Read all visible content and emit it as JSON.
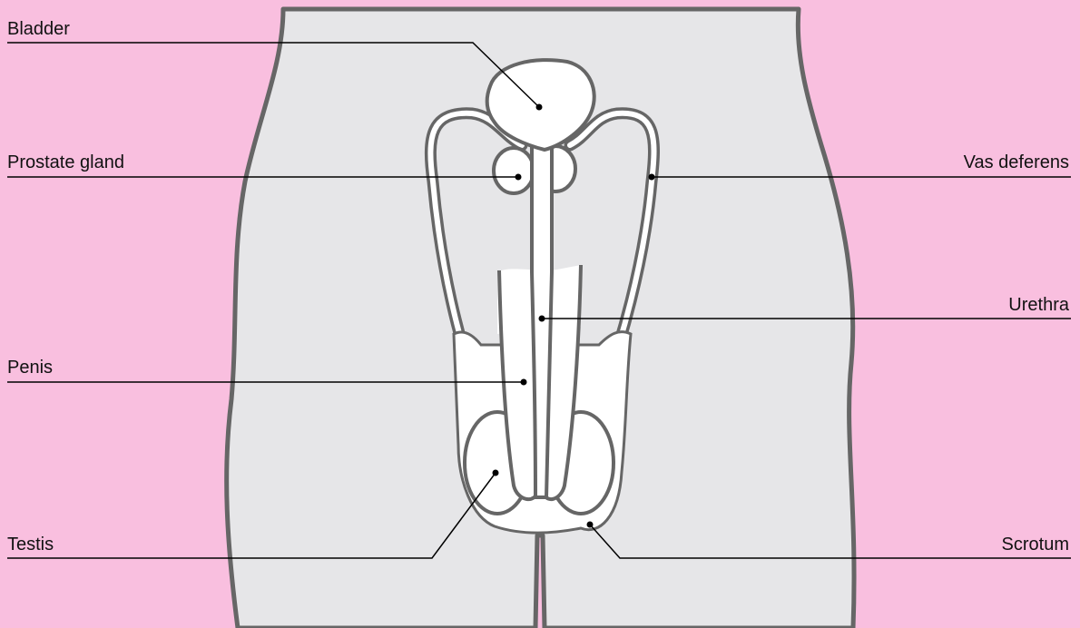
{
  "labels": {
    "bladder": "Bladder",
    "prostate_gland": "Prostate gland",
    "penis": "Penis",
    "testis": "Testis",
    "vas_deferens": "Vas deferens",
    "urethra": "Urethra",
    "scrotum": "Scrotum"
  },
  "colors": {
    "background": "#f9bfdf",
    "body_fill": "#e6e6e8",
    "outline": "#666666",
    "organ_fill": "#ffffff",
    "leader_line": "#000000"
  }
}
